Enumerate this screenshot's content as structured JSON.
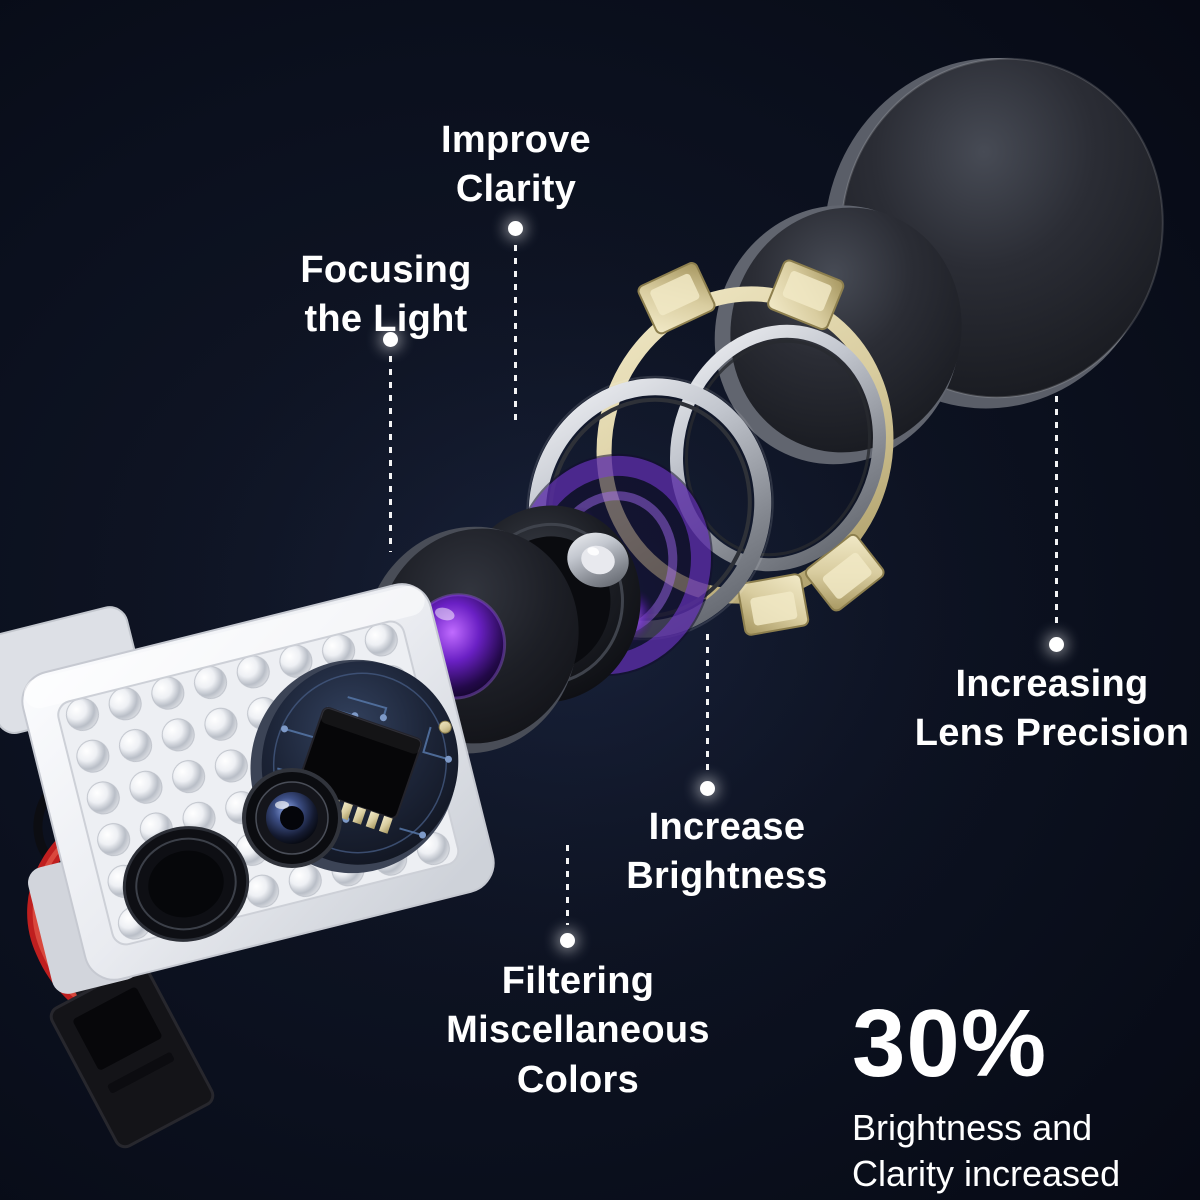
{
  "callouts": [
    {
      "id": "improve-clarity",
      "label": "Improve\nClarity"
    },
    {
      "id": "focusing-the-light",
      "label": "Focusing\nthe Light"
    },
    {
      "id": "increasing-lens-precision",
      "label": "Increasing\nLens Precision"
    },
    {
      "id": "increase-brightness",
      "label": "Increase\nBrightness"
    },
    {
      "id": "filtering-miscellaneous-colors",
      "label": "Filtering\nMiscellaneous\nColors"
    }
  ],
  "stat": {
    "value": "30%",
    "description": "Brightness and\nClarity increased"
  },
  "product": {
    "subject": "exploded view of LED logo projector lens assembly",
    "colors": {
      "background": "#0b101e",
      "gold_bracket": "#d9cda0",
      "silver_ring": "#c3c7cf",
      "purple_lens": "#6a20c4",
      "wire_red": "#bf1f1f",
      "housing_white": "#e9ebf0"
    }
  }
}
